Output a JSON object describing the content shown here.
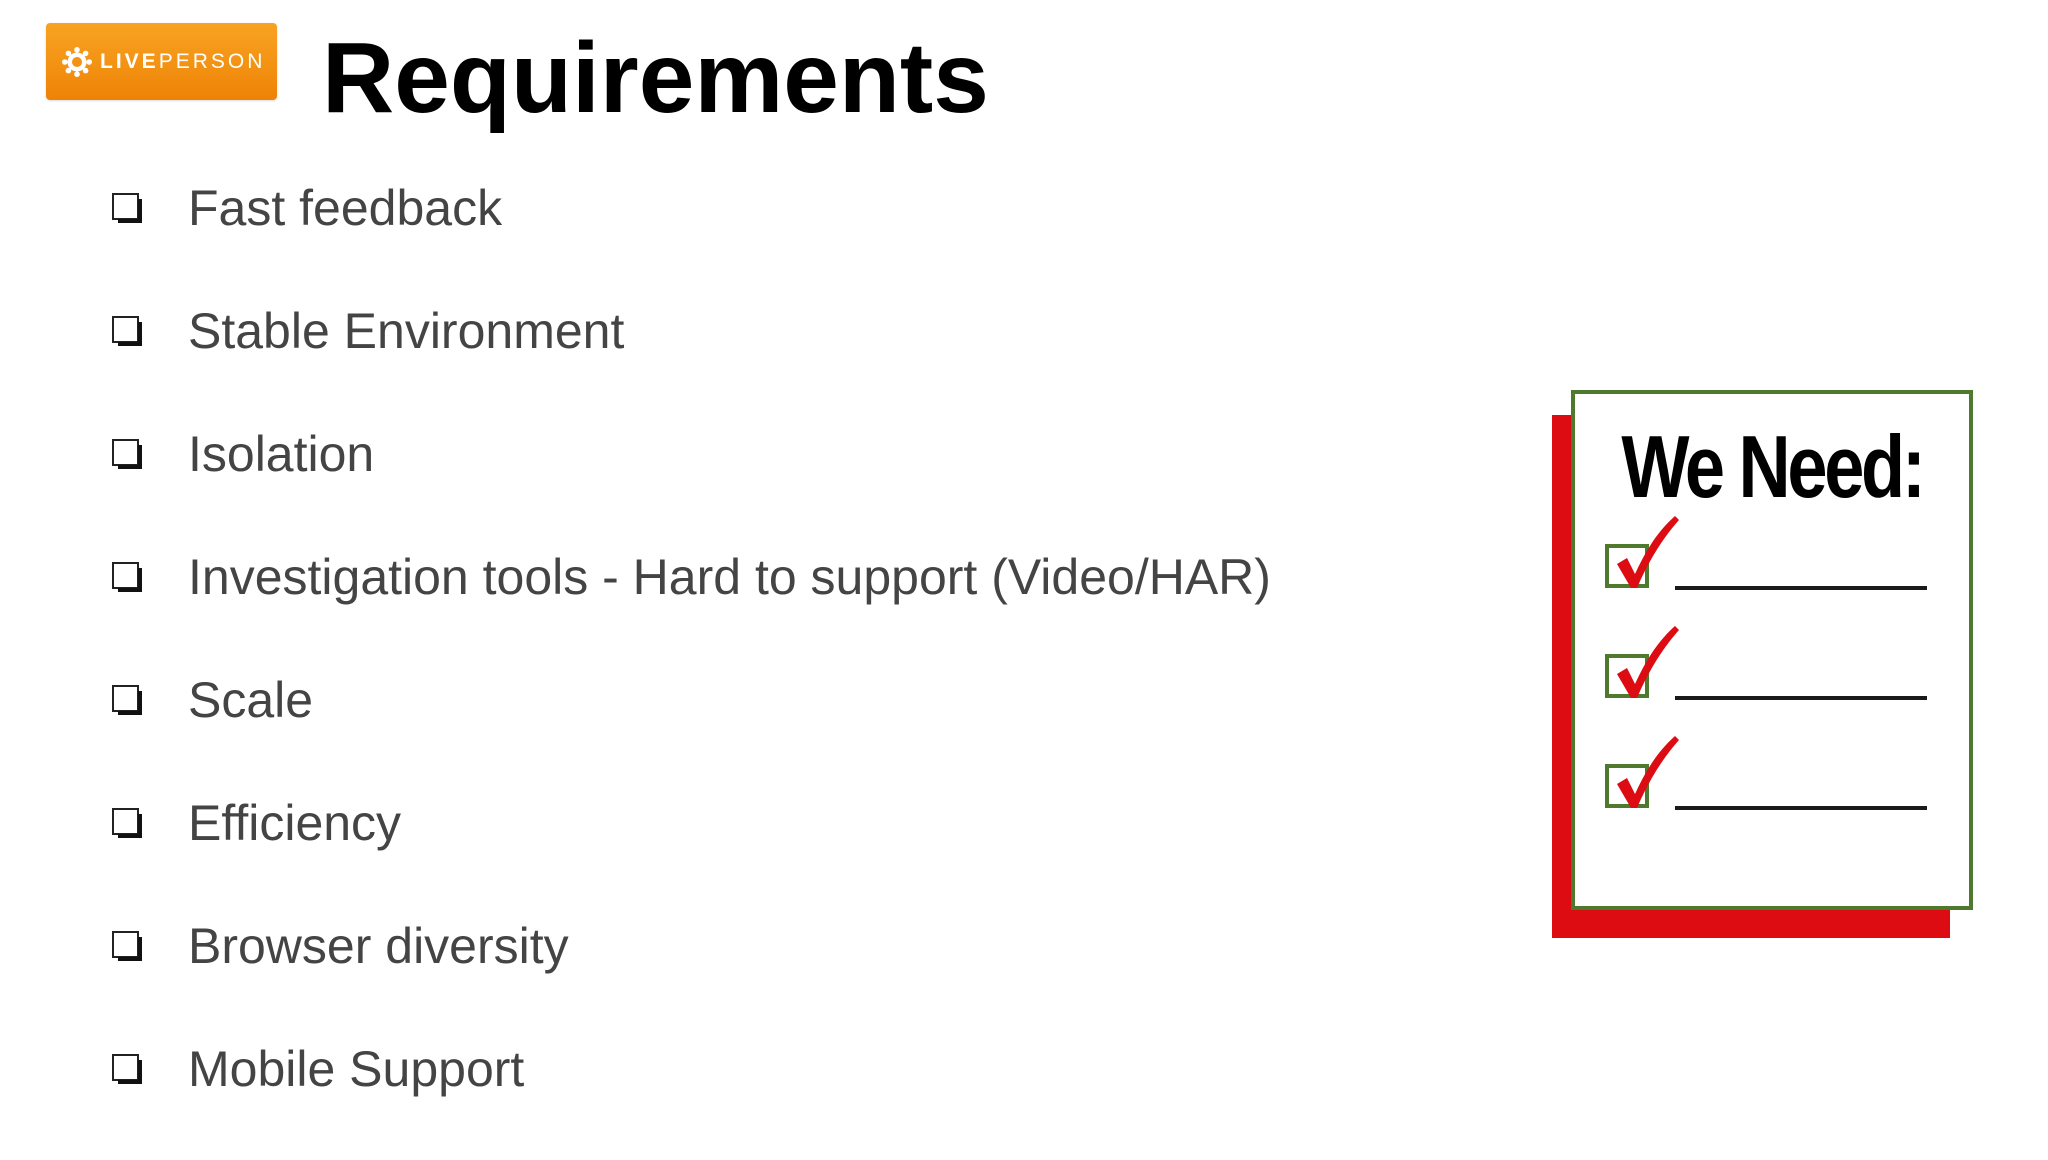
{
  "logo": {
    "text_light_1": "LIVE",
    "text_light_2": "PERSON",
    "brand_color": "#f39213"
  },
  "slide": {
    "title": "Requirements",
    "bullet_icon": "checkbox-square-icon",
    "items": [
      {
        "label": "Fast feedback"
      },
      {
        "label": "Stable Environment"
      },
      {
        "label": "Isolation"
      },
      {
        "label": "Investigation tools - Hard to support (Video/HAR)"
      },
      {
        "label": "Scale"
      },
      {
        "label": "Efficiency"
      },
      {
        "label": "Browser diversity"
      },
      {
        "label": "Mobile Support"
      }
    ]
  },
  "checklist_image": {
    "heading": "We Need:",
    "rows": 3,
    "check_color": "#dd0b12",
    "border_color": "#4f7a2e"
  }
}
